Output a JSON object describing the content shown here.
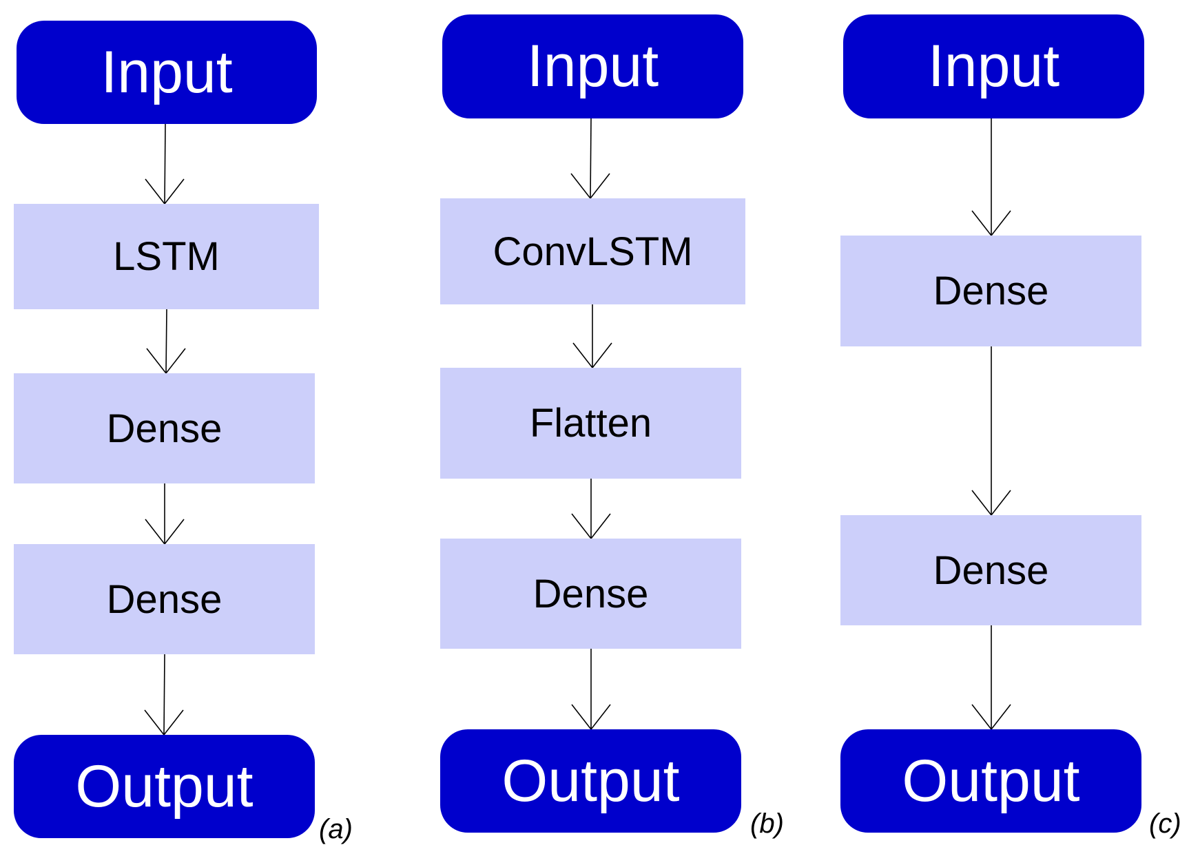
{
  "panels": [
    {
      "label": "(a)",
      "nodes": [
        "Input",
        "LSTM",
        "Dense",
        "Dense",
        "Output"
      ]
    },
    {
      "label": "(b)",
      "nodes": [
        "Input",
        "ConvLSTM",
        "Flatten",
        "Dense",
        "Output"
      ]
    },
    {
      "label": "(c)",
      "nodes": [
        "Input",
        "Dense",
        "Dense",
        "Output"
      ]
    }
  ],
  "colors": {
    "terminal_fill": "#0000cc",
    "terminal_text": "#ffffff",
    "layer_fill": "#cccffa",
    "layer_text": "#000000",
    "edge": "#000000"
  }
}
